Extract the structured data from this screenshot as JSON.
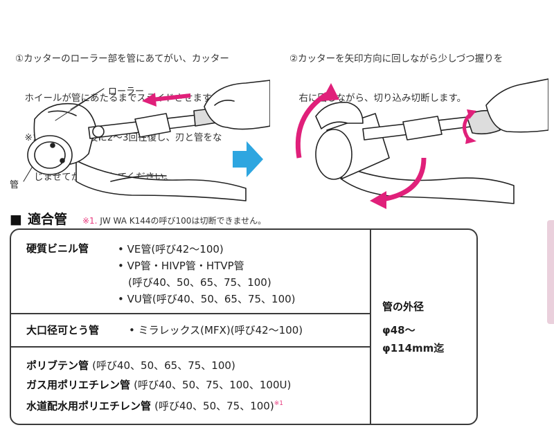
{
  "steps": {
    "step1": {
      "lines": [
        "①カッターのローラー部を管にあてがい、カッター",
        "　ホイールが管にあたるまでスライドさせます。",
        "　※カッターを前後に2〜3回往復し、刃と管をな",
        "　　じませてから切断してください。"
      ],
      "label_roller": "ローラー",
      "label_pipe": "管"
    },
    "step2": {
      "lines": [
        "②カッターを矢印方向に回しながら少しづつ握りを",
        "　右に回しながら、切り込み切断します。"
      ]
    }
  },
  "section": {
    "marker": "■",
    "title": "適合管",
    "note_mark": "※1.",
    "note_text": "JW WA K144の呼び100は切断できません。"
  },
  "table": {
    "rows": [
      {
        "category": "硬質ビニル管",
        "items": [
          "• VE管(呼び42〜100)",
          "• VP管・HIVP管・HTVP管",
          "　(呼び40、50、65、75、100)",
          "• VU管(呼び40、50、65、75、100)"
        ]
      },
      {
        "category": "大口径可とう管",
        "items": [
          "• ミラレックス(MFX)(呼び42〜100)"
        ]
      },
      {
        "lines": [
          {
            "category": "ポリブテン管",
            "spec": "(呼び40、50、65、75、100)"
          },
          {
            "category": "ガス用ポリエチレン管",
            "spec": "(呼び40、50、75、100、100U)"
          },
          {
            "category": "水道配水用ポリエチレン管",
            "spec": "(呼び40、50、75、100)",
            "sup": "※1"
          }
        ]
      }
    ],
    "right": {
      "label": "管の外径",
      "line1": "φ48〜",
      "line2": "φ114mm迄"
    }
  },
  "colors": {
    "accent_pink": "#e0207a",
    "arrow_blue": "#2ea6e0",
    "border": "#3a3a3a"
  }
}
